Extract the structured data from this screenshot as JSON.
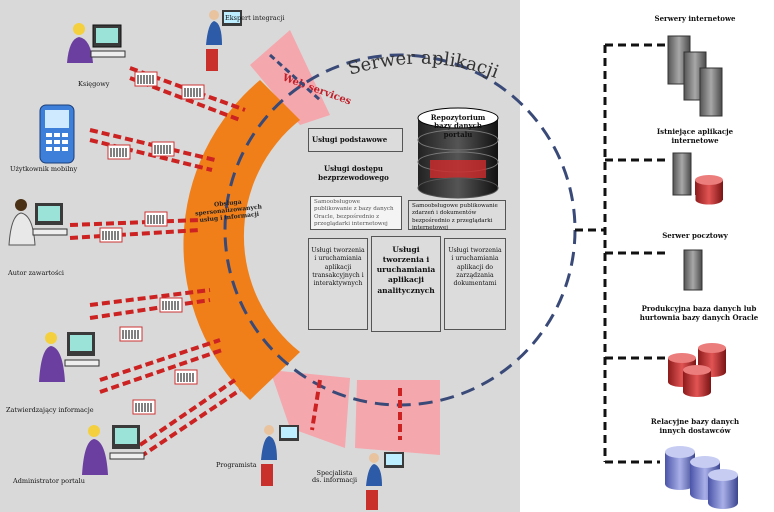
{
  "title": "Serwer aplikacji",
  "web_services": "Web services",
  "left_labels": {
    "ekspert": "Ekspert integracji",
    "ksiegowy": "Księgowy",
    "mobilny": "Użytkownik mobilny",
    "autor": "Autor zawartości",
    "zatwierdzajacy": "Zatwierdzający informacje",
    "administrator": "Administrator portalu",
    "programista": "Programista",
    "specjalista_1": "Specjalista",
    "specjalista_2": "ds. informacji"
  },
  "arc_label_lines": [
    "Obsługa",
    "spersonalizowanych",
    "usług i informacji"
  ],
  "inner": {
    "uslugi_podstawowe": "Usługi podstawowe",
    "repo": "Repozytorium bazy danych portalu",
    "dostep": "Usługi dostępu bezprzewodowego",
    "samoobslugowe": "Samoobsługowe publikowanie z bazy danych Oracle, bezpośrednio z przeglądarki internetowej",
    "samoobslugowe_publ": "Samoobsługowe publikowanie zdarzeń i dokumentów bezpośrednio z przeglądarki internetowej",
    "svc1": "Usługi tworzenia i uruchamiania aplikacji transakcyjnych i interaktywnych",
    "svc2": "Usługi tworzenia i uruchamiania aplikacji analitycznych",
    "svc3": "Usługi tworzenia i uruchamiania aplikacji do zarządzania dokumentami"
  },
  "right_labels": {
    "serwery": "Serwery internetowe",
    "istniejace": "Istniejące aplikacje internetowe",
    "pocztowy": "Serwer pocztowy",
    "produkcyjna": "Produkcyjna baza danych lub hurtownia bazy danych Oracle",
    "relacyjne": "Relacyjne bazy danych innych dostawców"
  },
  "colors": {
    "orange": "#f07f1a",
    "pink": "#f4a7ad",
    "red": "#cc2222",
    "navy": "#3a4a78"
  }
}
